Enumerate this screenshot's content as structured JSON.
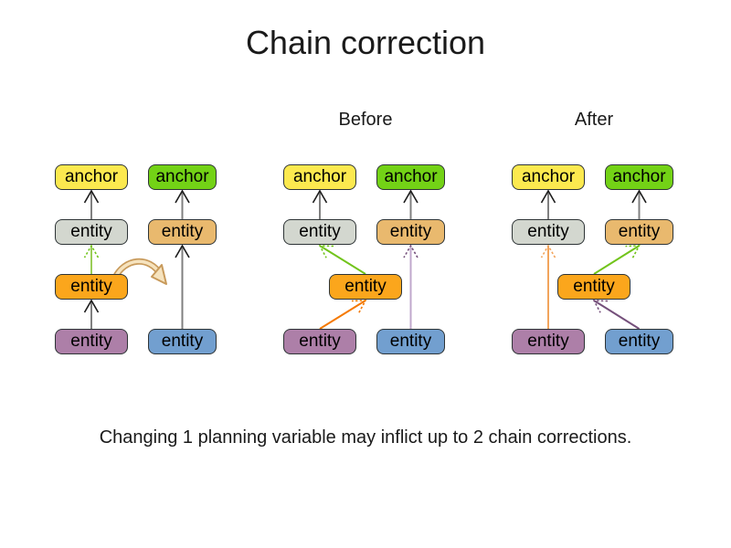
{
  "title": "Chain correction",
  "caption": "Changing 1 planning variable may inflict up to 2 chain corrections.",
  "palette": {
    "anchor_yellow": "#FCE94F",
    "anchor_green": "#73D216",
    "entity_gray": "#D3D7CF",
    "entity_tan": "#E9B96E",
    "entity_orange": "#FBA61C",
    "entity_purple": "#AD7FA8",
    "entity_blue": "#729FCF",
    "node_border": "#2E3436",
    "arrow_gray": "#808080",
    "arrowhead_dark": "#1C1C1C",
    "arrow_green": "#72C41C",
    "arrow_green_light": "#9ACD57",
    "arrow_orange": "#F57900",
    "arrow_orange_light": "#F2A45C",
    "arrow_purple": "#75507B",
    "arrow_purple_light": "#C0A8CC",
    "move_arrow_fill": "#F6E3BE",
    "move_arrow_stroke": "#C89A5B"
  },
  "groups": [
    {
      "id": "initial",
      "label": "",
      "nodes": [
        {
          "id": "a1",
          "label": "anchor",
          "role": "anchor",
          "color_key": "anchor_yellow",
          "col": "a",
          "row": 0
        },
        {
          "id": "a2",
          "label": "anchor",
          "role": "anchor",
          "color_key": "anchor_green",
          "col": "b",
          "row": 0
        },
        {
          "id": "e1",
          "label": "entity",
          "role": "entity",
          "color_key": "entity_gray",
          "col": "a",
          "row": 1
        },
        {
          "id": "e2",
          "label": "entity",
          "role": "entity",
          "color_key": "entity_tan",
          "col": "b",
          "row": 1
        },
        {
          "id": "e3",
          "label": "entity",
          "role": "entity",
          "color_key": "entity_orange",
          "col": "a",
          "row": 2
        },
        {
          "id": "e4",
          "label": "entity",
          "role": "entity",
          "color_key": "entity_purple",
          "col": "a",
          "row": 3
        },
        {
          "id": "e5",
          "label": "entity",
          "role": "entity",
          "color_key": "entity_blue",
          "col": "b",
          "row": 3
        }
      ],
      "arrows": [
        {
          "from": "e1",
          "to": "a1",
          "color": "gray"
        },
        {
          "from": "e2",
          "to": "a2",
          "color": "gray"
        },
        {
          "from": "e3",
          "to": "e1",
          "color": "green_light"
        },
        {
          "from": "e4",
          "to": "e3",
          "color": "gray"
        },
        {
          "from": "e5",
          "to": "e2",
          "color": "gray"
        },
        {
          "type": "move",
          "color": "move"
        }
      ]
    },
    {
      "id": "before",
      "label": "Before",
      "nodes": [
        {
          "id": "a1",
          "label": "anchor",
          "role": "anchor",
          "color_key": "anchor_yellow",
          "col": "a",
          "row": 0
        },
        {
          "id": "a2",
          "label": "anchor",
          "role": "anchor",
          "color_key": "anchor_green",
          "col": "b",
          "row": 0
        },
        {
          "id": "e1",
          "label": "entity",
          "role": "entity",
          "color_key": "entity_gray",
          "col": "a",
          "row": 1
        },
        {
          "id": "e2",
          "label": "entity",
          "role": "entity",
          "color_key": "entity_tan",
          "col": "b",
          "row": 1
        },
        {
          "id": "e3",
          "label": "entity",
          "role": "entity",
          "color_key": "entity_orange",
          "col": "m",
          "row": 2
        },
        {
          "id": "e4",
          "label": "entity",
          "role": "entity",
          "color_key": "entity_purple",
          "col": "a",
          "row": 3
        },
        {
          "id": "e5",
          "label": "entity",
          "role": "entity",
          "color_key": "entity_blue",
          "col": "b",
          "row": 3
        }
      ],
      "arrows": [
        {
          "from": "e1",
          "to": "a1",
          "color": "gray"
        },
        {
          "from": "e2",
          "to": "a2",
          "color": "gray"
        },
        {
          "from": "e3",
          "to": "e1",
          "color": "green"
        },
        {
          "from": "e4",
          "to": "e3",
          "color": "orange"
        },
        {
          "from": "e5",
          "to": "e2",
          "color": "purple_light"
        }
      ]
    },
    {
      "id": "after",
      "label": "After",
      "nodes": [
        {
          "id": "a1",
          "label": "anchor",
          "role": "anchor",
          "color_key": "anchor_yellow",
          "col": "a",
          "row": 0
        },
        {
          "id": "a2",
          "label": "anchor",
          "role": "anchor",
          "color_key": "anchor_green",
          "col": "b",
          "row": 0
        },
        {
          "id": "e1",
          "label": "entity",
          "role": "entity",
          "color_key": "entity_gray",
          "col": "a",
          "row": 1
        },
        {
          "id": "e2",
          "label": "entity",
          "role": "entity",
          "color_key": "entity_tan",
          "col": "b",
          "row": 1
        },
        {
          "id": "e3",
          "label": "entity",
          "role": "entity",
          "color_key": "entity_orange",
          "col": "m",
          "row": 2
        },
        {
          "id": "e4",
          "label": "entity",
          "role": "entity",
          "color_key": "entity_purple",
          "col": "a",
          "row": 3
        },
        {
          "id": "e5",
          "label": "entity",
          "role": "entity",
          "color_key": "entity_blue",
          "col": "b",
          "row": 3
        }
      ],
      "arrows": [
        {
          "from": "e1",
          "to": "a1",
          "color": "gray"
        },
        {
          "from": "e2",
          "to": "a2",
          "color": "gray"
        },
        {
          "from": "e4",
          "to": "e1",
          "color": "orange_light"
        },
        {
          "from": "e3",
          "to": "e2",
          "color": "green"
        },
        {
          "from": "e5",
          "to": "e3",
          "color": "purple"
        }
      ]
    }
  ]
}
